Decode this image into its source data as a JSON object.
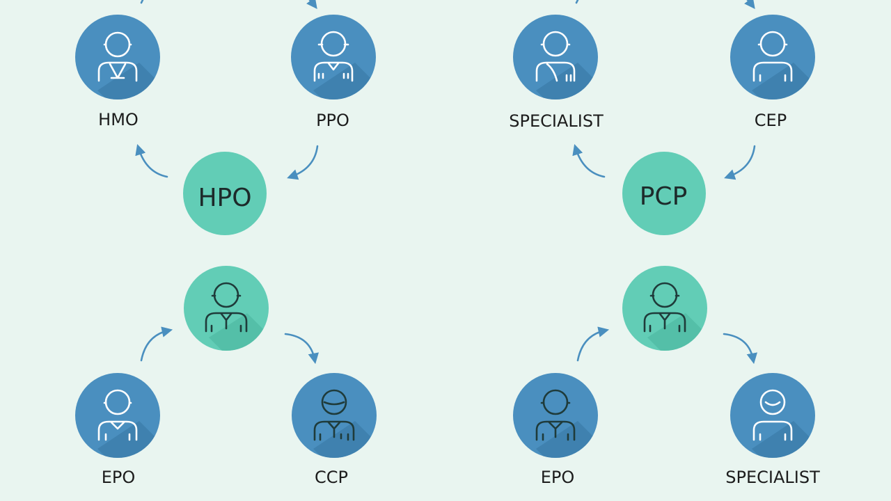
{
  "colors": {
    "background": "#e9f5f0",
    "person_node": "#4a8fbf",
    "person_node_shadow": "#3b7aa8",
    "hub_node": "#62cdb6",
    "hub_node_shadow": "#4fb9a2",
    "icon_on_blue": "#ffffff",
    "icon_on_teal": "#1f3b3a",
    "arrow": "#4a8fbf"
  },
  "diagram": {
    "left_cluster": {
      "top_left": {
        "label": "HMO",
        "icon": "person-icon"
      },
      "top_right": {
        "label": "PPO",
        "icon": "doctor-icon"
      },
      "hub_top": {
        "label": "HPO"
      },
      "hub_bottom": {
        "icon": "doctor-icon"
      },
      "bottom_left": {
        "label": "EPO",
        "icon": "person-icon"
      },
      "bottom_right": {
        "label": "CCP",
        "icon": "doctor-icon"
      }
    },
    "right_cluster": {
      "top_left": {
        "label": "SPECIALIST",
        "icon": "person-icon"
      },
      "top_right": {
        "label": "CEP",
        "icon": "person-icon"
      },
      "hub_top": {
        "label": "PCP"
      },
      "hub_bottom": {
        "icon": "doctor-icon"
      },
      "bottom_left": {
        "label": "EPO",
        "icon": "person-icon"
      },
      "bottom_right": {
        "label": "SPECIALIST",
        "icon": "person-icon"
      }
    }
  }
}
